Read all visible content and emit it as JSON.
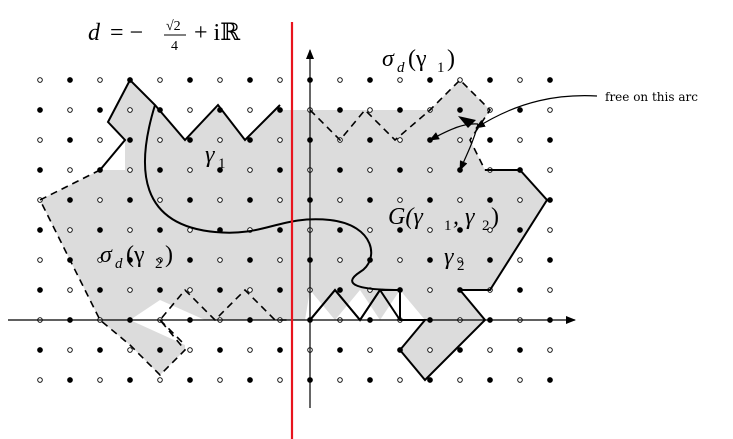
{
  "labels": {
    "line_eq_lhs": "d",
    "line_eq_eq": "= −",
    "line_eq_sqrt": "√2",
    "line_eq_den": "4",
    "line_eq_rest": "+ iℝ",
    "gamma1": "γ",
    "gamma1_sub": "1",
    "gamma2": "γ",
    "gamma2_sub": "2",
    "sigma_gamma1": "σ",
    "sigma_gamma1_sub": "d",
    "sigma_gamma1_arg": "(γ",
    "sigma_gamma1_arg_sub": "1",
    "sigma_gamma1_close": ")",
    "sigma_gamma2": "σ",
    "sigma_gamma2_sub": "d",
    "sigma_gamma2_arg": "(γ",
    "sigma_gamma2_arg_sub": "2",
    "sigma_gamma2_close": ")",
    "G_main": "G(γ",
    "G_sub1": "1",
    "G_mid": ", γ",
    "G_sub2": "2",
    "G_close": ")",
    "annotation": "free on this arc"
  },
  "colors": {
    "region_fill": "#dcdcdc",
    "red_line": "#e8141e",
    "ink": "#000000"
  }
}
